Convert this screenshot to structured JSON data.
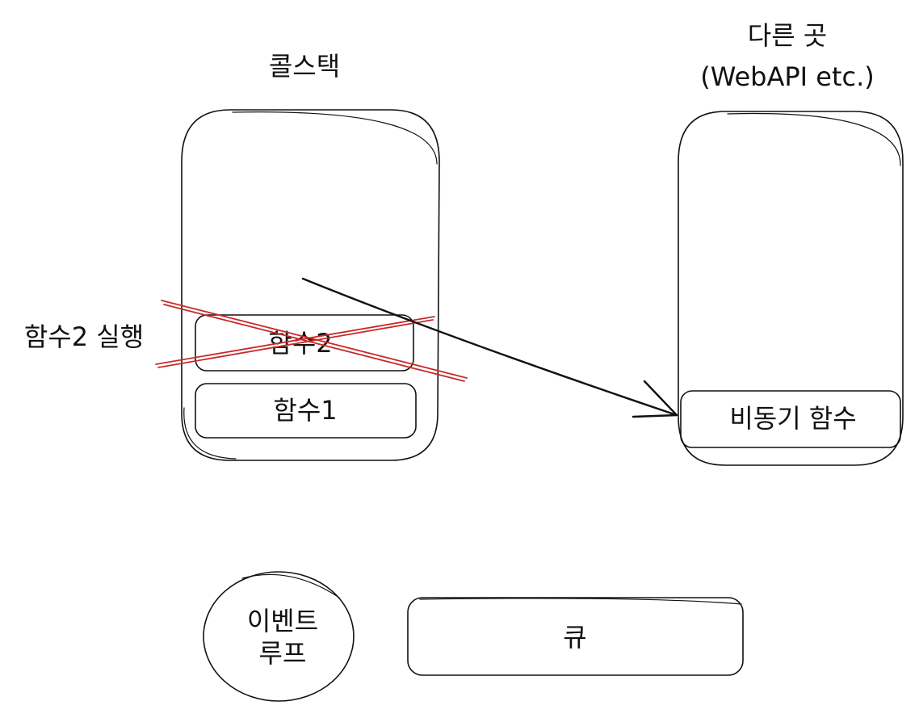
{
  "call_stack": {
    "title": "콜스택",
    "frames": [
      {
        "label": "함수2",
        "struck_out": true
      },
      {
        "label": "함수1",
        "struck_out": false
      }
    ]
  },
  "side_note": "함수2 실행",
  "web_api": {
    "title_line1": "다른 곳",
    "title_line2": "(WebAPI etc.)",
    "item": "비동기  함수"
  },
  "event_loop": {
    "line1": "이벤트",
    "line2": "루프"
  },
  "queue": {
    "label": "큐"
  },
  "colors": {
    "stroke": "#111111",
    "strike": "#c92a2a",
    "background": "#ffffff"
  }
}
